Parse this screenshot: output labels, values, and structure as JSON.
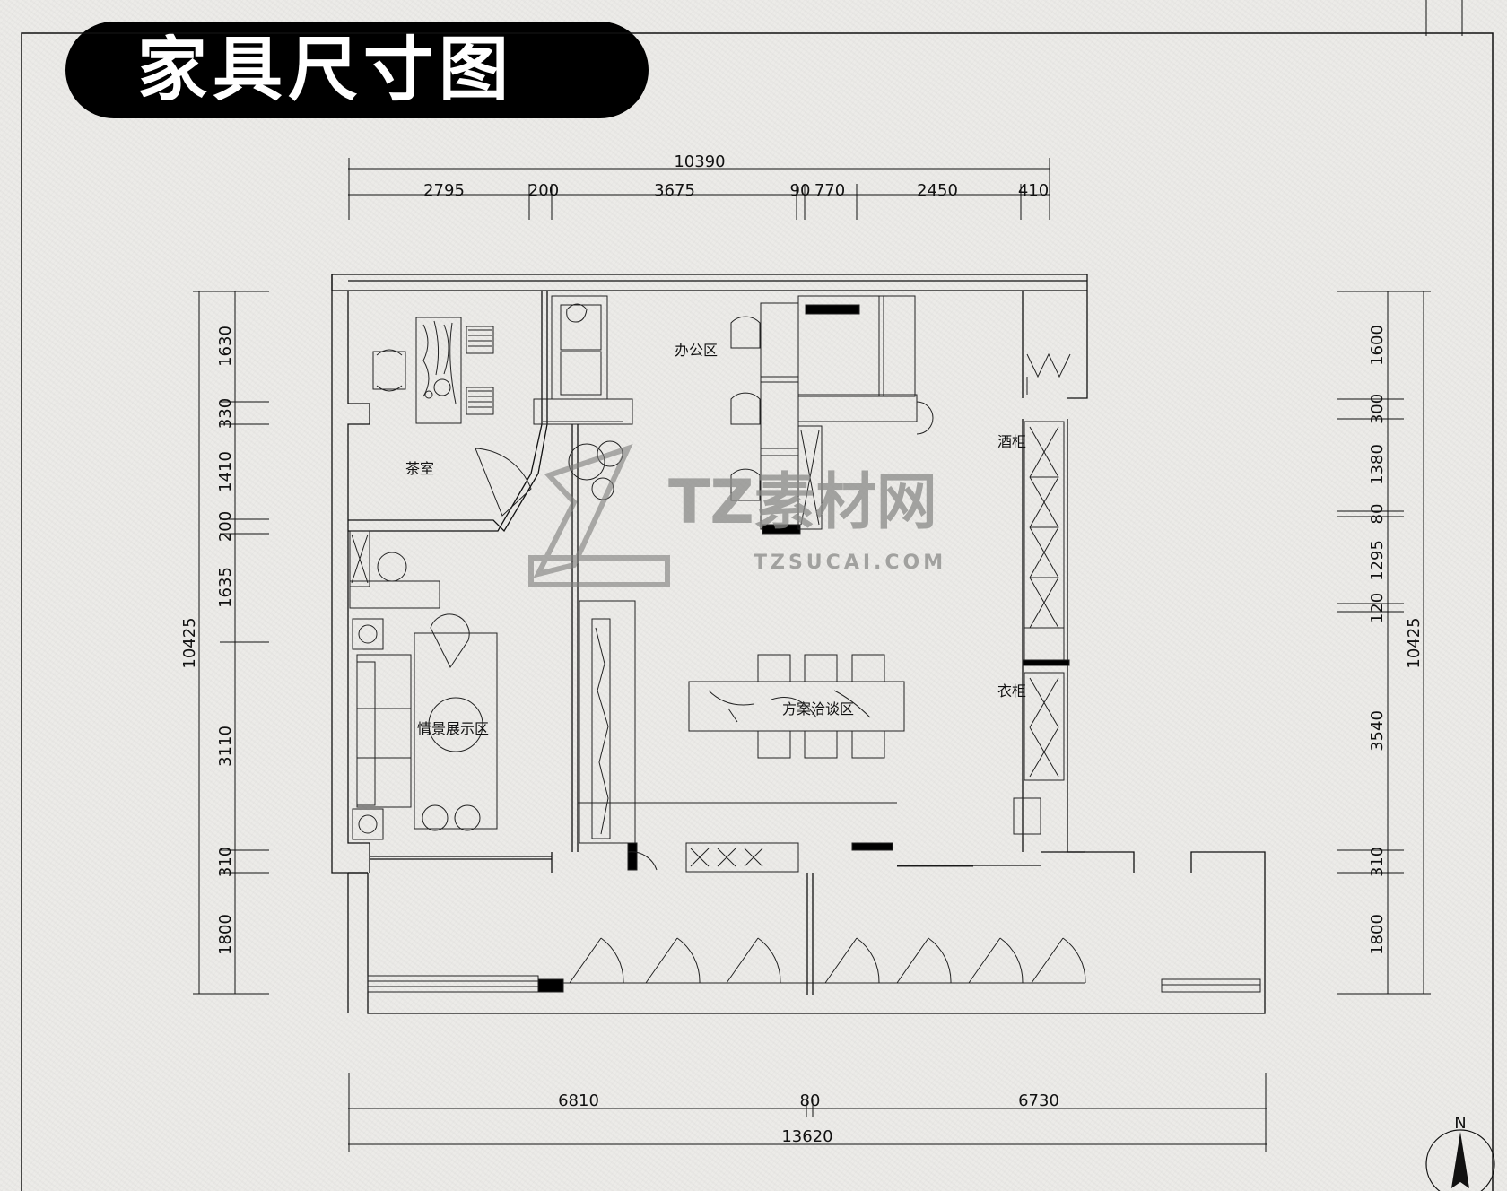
{
  "title": "家具尺寸图",
  "dims_top": {
    "total": "10390",
    "segments": [
      "2795",
      "200",
      "3675",
      "90",
      "770",
      "2450",
      "410"
    ]
  },
  "dims_bottom": {
    "total": "13620",
    "segments": [
      "6810",
      "80",
      "6730"
    ]
  },
  "dims_left": {
    "total": "10425",
    "segments": [
      "1630",
      "330",
      "1410",
      "200",
      "1635",
      "3110",
      "310",
      "1800"
    ]
  },
  "dims_right": {
    "total": "10425",
    "segments": [
      "1600",
      "300",
      "1380",
      "80",
      "1295",
      "120",
      "3540",
      "310",
      "1800"
    ]
  },
  "rooms": {
    "tea_room": "茶室",
    "office": "办公区",
    "display": "情景展示区",
    "negotiation": "方案洽谈区",
    "wine_cabinet": "酒柜",
    "wardrobe": "衣柜"
  },
  "watermark": {
    "brand": "TZ素材网",
    "url": "TZSUCAI.COM"
  },
  "north": "N",
  "icons": {
    "north_arrow": "north-arrow-icon",
    "watermark_logo": "tz-logo-icon"
  }
}
